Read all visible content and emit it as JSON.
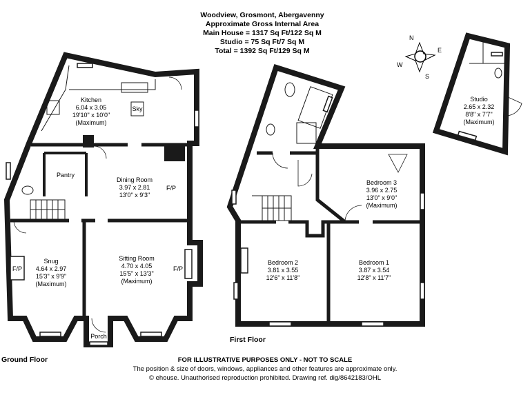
{
  "header": {
    "address": "Woodview, Grosmont, Abergavenny",
    "area_title": "Approximate Gross Internal Area",
    "main_house": "Main House = 1317 Sq Ft/122 Sq M",
    "studio": "Studio = 75 Sq Ft/7 Sq M",
    "total": "Total = 1392 Sq Ft/129 Sq M"
  },
  "compass": {
    "n": "N",
    "e": "E",
    "s": "S",
    "w": "W"
  },
  "floors": {
    "ground": "Ground Floor",
    "first": "First Floor"
  },
  "rooms": {
    "kitchen": {
      "name": "Kitchen",
      "metric": "6.04 x 3.05",
      "imperial": "19'10\" x 10'0\"",
      "note": "(Maximum)"
    },
    "sky": "Sky",
    "pantry": "Pantry",
    "dining": {
      "name": "Dining Room",
      "metric": "3.97 x 2.81",
      "imperial": "13'0\" x 9'3\""
    },
    "fp_dining": "F/P",
    "snug": {
      "name": "Snug",
      "metric": "4.64 x 2.97",
      "imperial": "15'3\" x 9'9\"",
      "note": "(Maximum)"
    },
    "fp_snug": "F/P",
    "sitting": {
      "name": "Sitting Room",
      "metric": "4.70 x 4.05",
      "imperial": "15'5\" x 13'3\"",
      "note": "(Maximum)"
    },
    "fp_sitting": "F/P",
    "porch": "Porch",
    "bedroom3": {
      "name": "Bedroom 3",
      "metric": "3.96 x 2.75",
      "imperial": "13'0\" x 9'0\"",
      "note": "(Maximum)"
    },
    "bedroom2": {
      "name": "Bedroom 2",
      "metric": "3.81 x 3.55",
      "imperial": "12'6\" x 11'8\""
    },
    "bedroom1": {
      "name": "Bedroom 1",
      "metric": "3.87 x 3.54",
      "imperial": "12'8\" x 11'7\""
    },
    "studio": {
      "name": "Studio",
      "metric": "2.65 x 2.32",
      "imperial": "8'8\" x 7'7\"",
      "note": "(Maximum)"
    }
  },
  "footer": {
    "disclaimer": "FOR ILLUSTRATIVE PURPOSES ONLY - NOT TO SCALE",
    "note": "The position & size of doors, windows, appliances and other features are approximate only.",
    "copyright": "© ehouse. Unauthorised reproduction prohibited. Drawing ref. dig/8642183/OHL"
  },
  "colors": {
    "wall": "#1a1a1a",
    "fill": "#ffffff",
    "text": "#000000"
  }
}
